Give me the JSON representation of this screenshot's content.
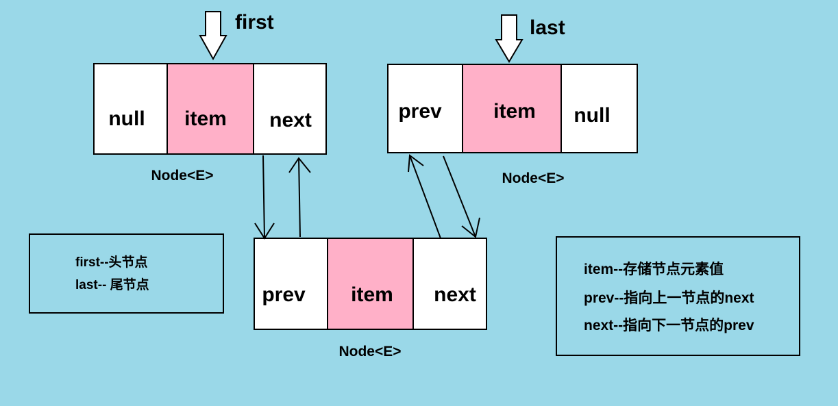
{
  "colors": {
    "background": "#9ad8e8",
    "cell_white": "#ffffff",
    "cell_item": "#ffb0c8",
    "stroke": "#000000"
  },
  "pointers": {
    "first": "first",
    "last": "last"
  },
  "nodes": {
    "head": {
      "cells": [
        "null",
        "item",
        "next"
      ],
      "caption": "Node<E>"
    },
    "tail": {
      "cells": [
        "prev",
        "item",
        "null"
      ],
      "caption": "Node<E>"
    },
    "middle": {
      "cells": [
        "prev",
        "item",
        "next"
      ],
      "caption": "Node<E>"
    }
  },
  "legend_left": {
    "lines": [
      "first--头节点",
      "last-- 尾节点"
    ]
  },
  "legend_right": {
    "lines": [
      "item--存储节点元素值",
      "prev--指向上一节点的next",
      "next--指向下一节点的prev"
    ]
  }
}
